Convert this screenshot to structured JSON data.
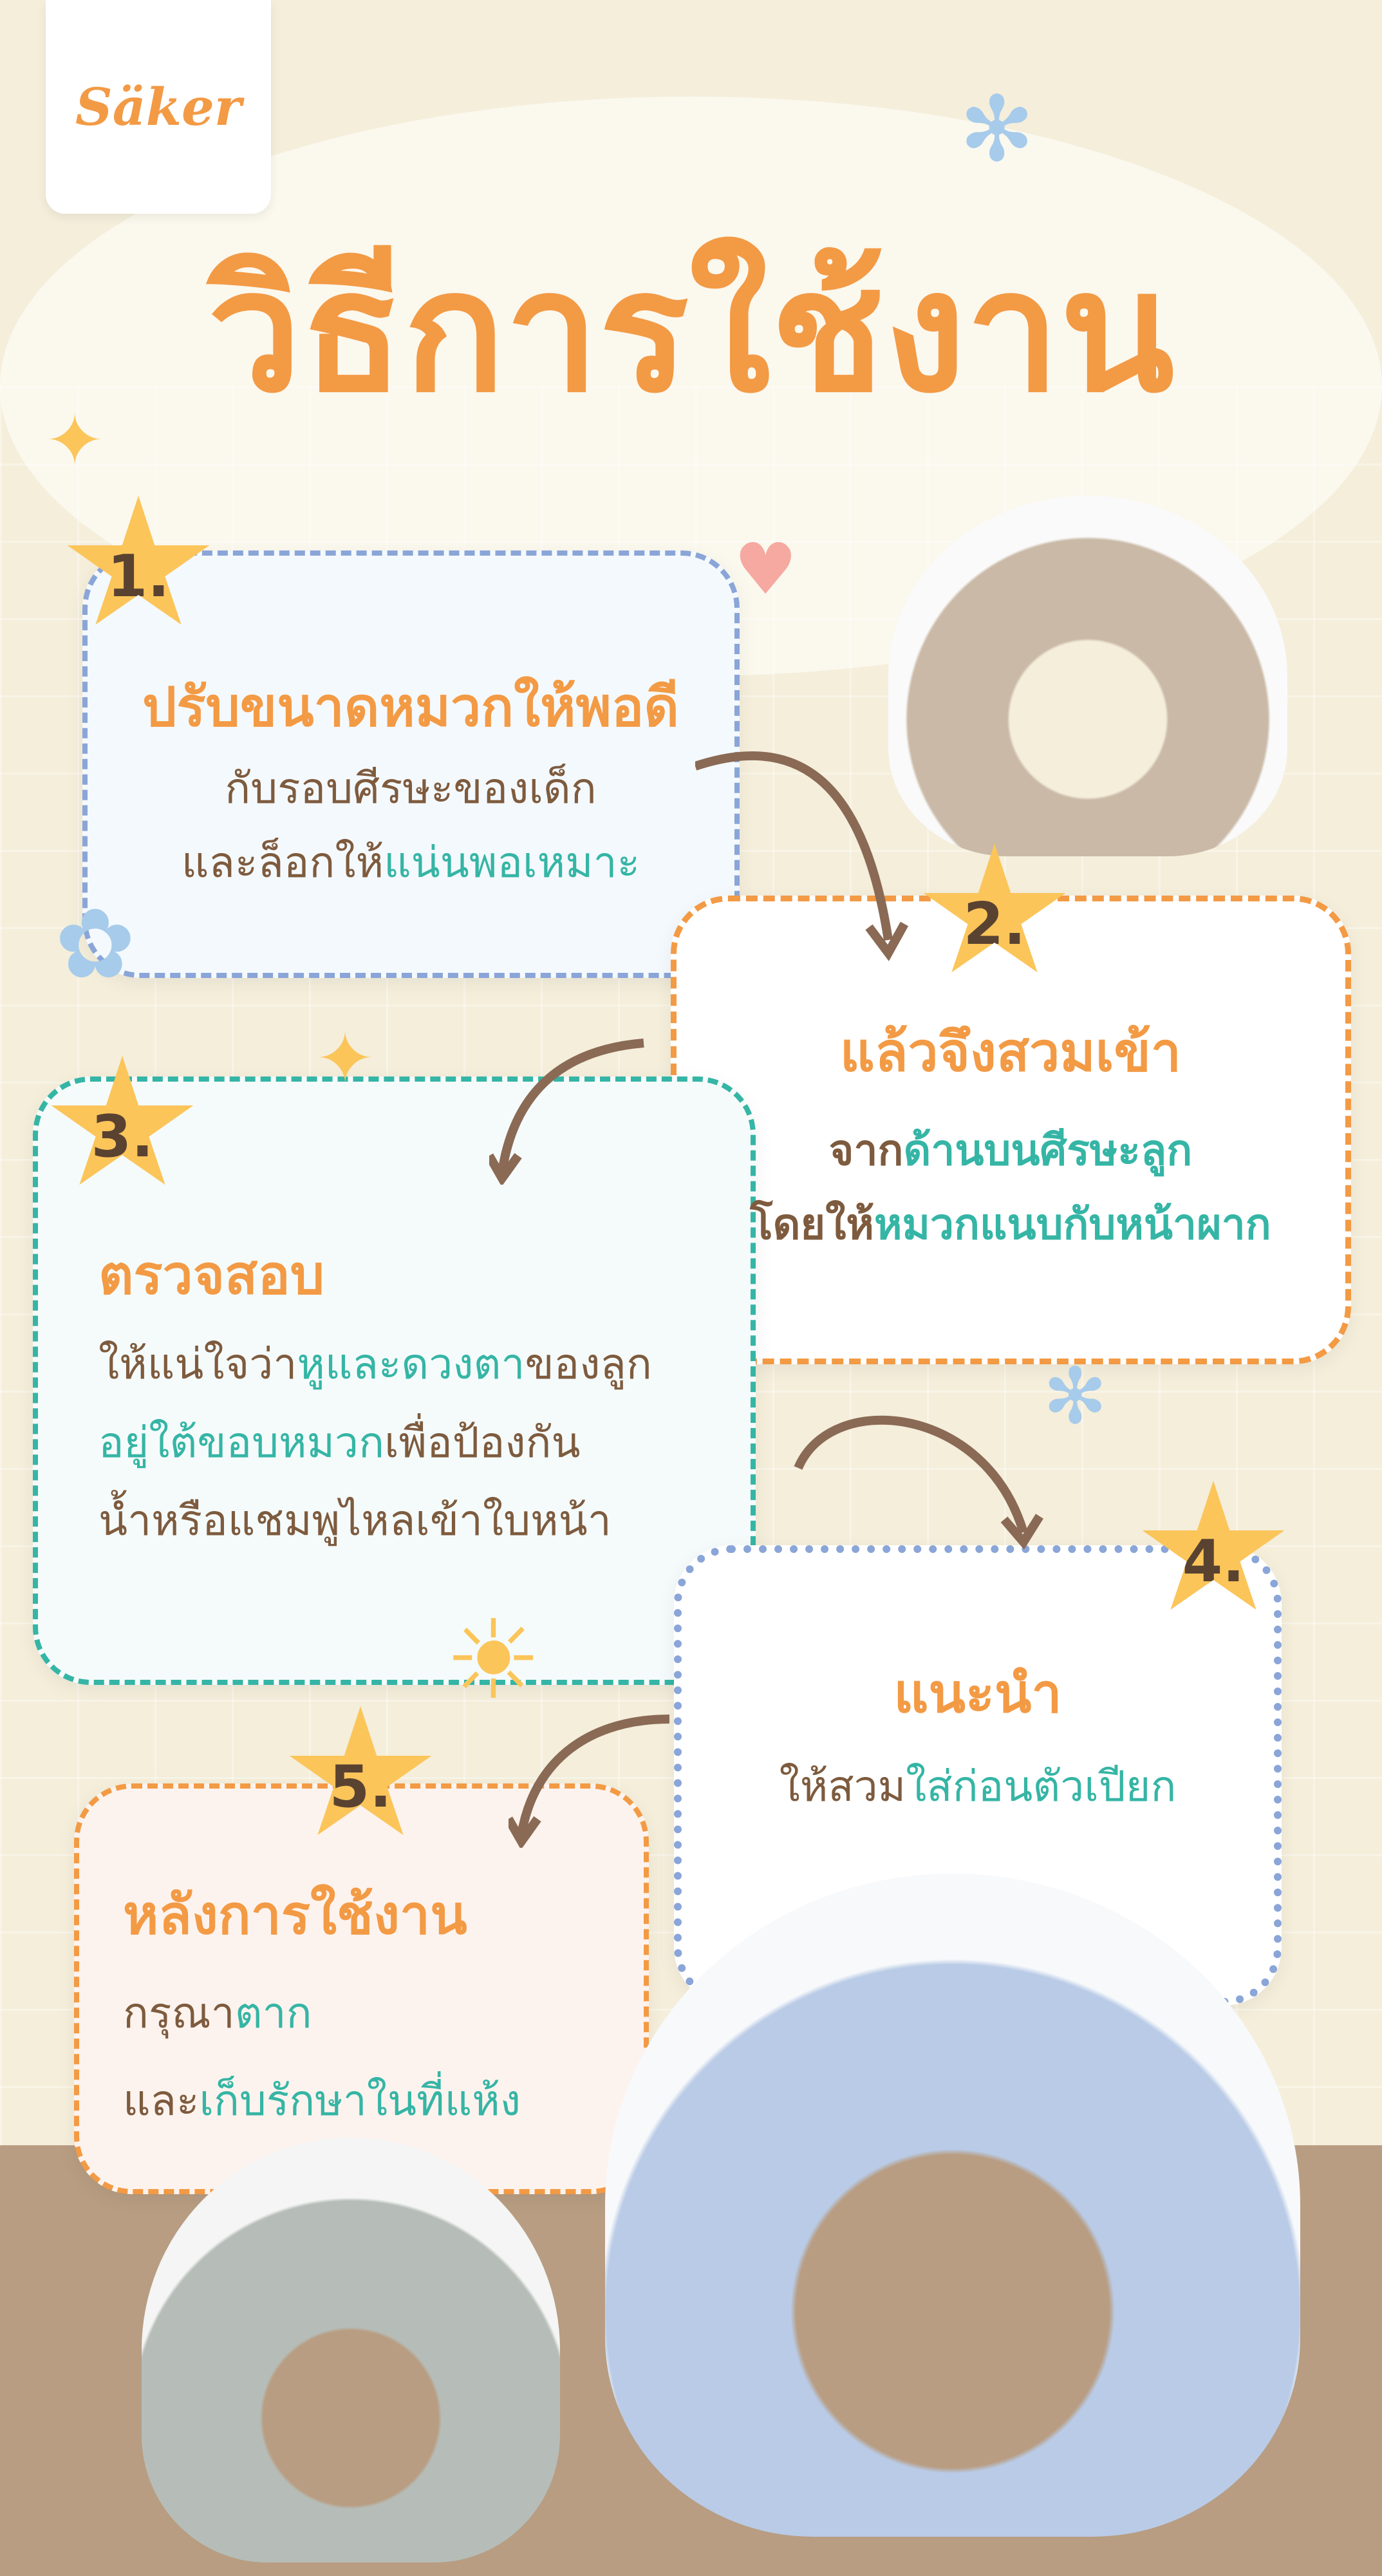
{
  "brand": {
    "logo": "Säker"
  },
  "title": "วิธีการใช้งาน",
  "steps": [
    {
      "number": "1.",
      "heading": "ปรับขนาดหมวกให้พอดี",
      "lines": [
        [
          {
            "text": "กับรอบศีรษะของเด็ก"
          }
        ],
        [
          {
            "text": "และล็อกให้"
          },
          {
            "text": "แน่นพอเหมาะ",
            "hl": true
          }
        ]
      ]
    },
    {
      "number": "2.",
      "heading": "แล้วจึงสวมเข้า",
      "lines": [
        [
          {
            "text": "จาก"
          },
          {
            "text": "ด้านบนศีรษะลูก",
            "hl": true
          }
        ],
        [
          {
            "text": "โดยให้"
          },
          {
            "text": "หมวกแนบกับหน้าผาก",
            "hl": true
          }
        ]
      ]
    },
    {
      "number": "3.",
      "heading": "ตรวจสอบ",
      "lines": [
        [
          {
            "text": "ให้แน่ใจว่า"
          },
          {
            "text": "หูและดวงตา",
            "hl": true
          },
          {
            "text": "ของลูก"
          }
        ],
        [
          {
            "text": "อยู่ใต้ขอบหมวก",
            "hl": true
          },
          {
            "text": "เพื่อป้องกัน"
          }
        ],
        [
          {
            "text": "น้ำหรือแชมพูไหลเข้าใบหน้า"
          }
        ]
      ]
    },
    {
      "number": "4.",
      "heading": "แนะนำ",
      "lines": [
        [
          {
            "text": "ให้สวม"
          },
          {
            "text": "ใส่ก่อนตัวเปียก",
            "hl": true
          }
        ]
      ]
    },
    {
      "number": "5.",
      "heading": "หลังการใช้งาน",
      "lines": [
        [
          {
            "text": "กรุณา"
          },
          {
            "text": "ตาก",
            "hl": true
          }
        ],
        [
          {
            "text": "และ"
          },
          {
            "text": "เก็บรักษาในที่แห้ง",
            "hl": true
          }
        ]
      ]
    }
  ],
  "colors": {
    "orange": "#f39a45",
    "brown": "#7e5b3e",
    "teal": "#35b5a5",
    "blue": "#8aa5d8",
    "star": "#fbc55a"
  }
}
